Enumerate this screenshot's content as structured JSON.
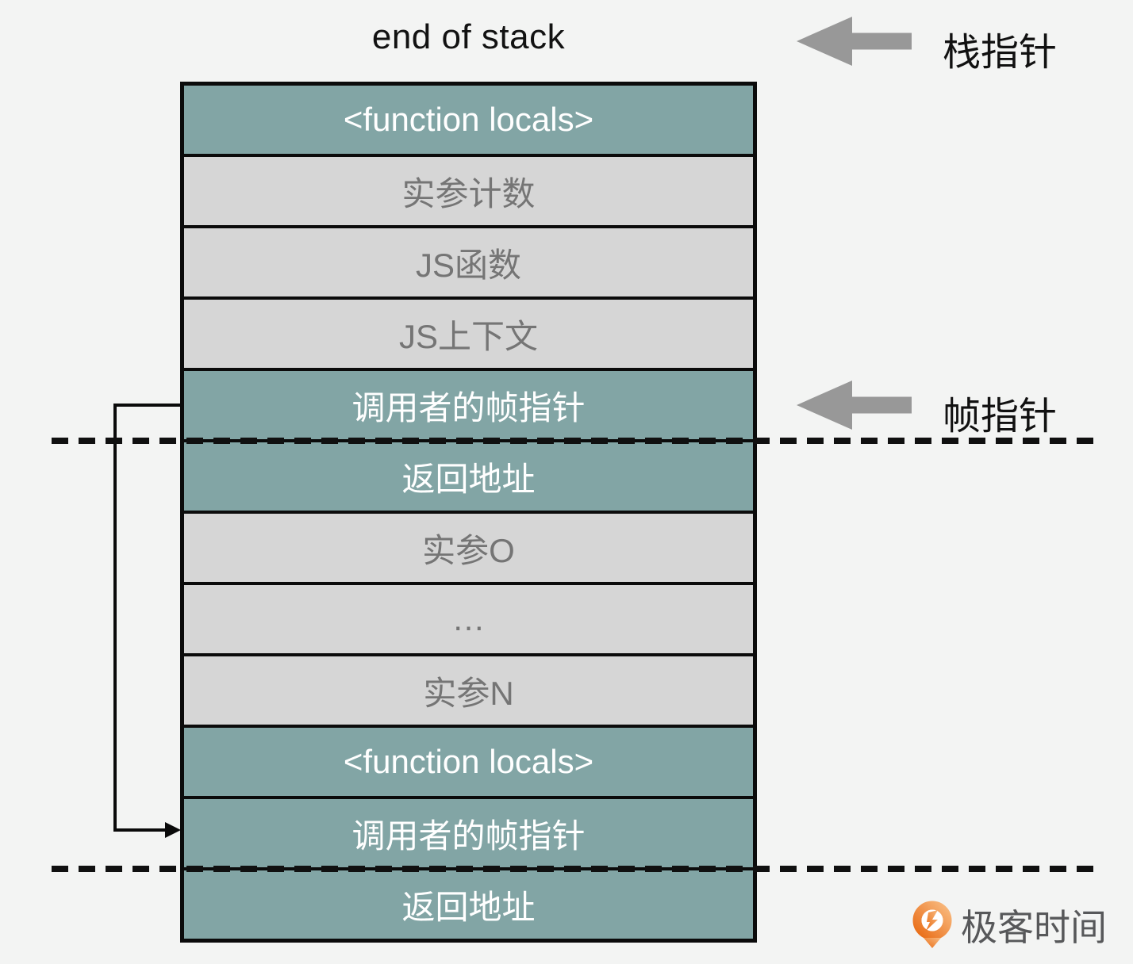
{
  "title": "end of stack",
  "pointers": {
    "stack_pointer_label": "栈指针",
    "frame_pointer_label": "帧指针"
  },
  "stack_rows": [
    {
      "label": "<function locals>",
      "variant": "teal"
    },
    {
      "label": "实参计数",
      "variant": "gray"
    },
    {
      "label": "JS函数",
      "variant": "gray"
    },
    {
      "label": "JS上下文",
      "variant": "gray"
    },
    {
      "label": "调用者的帧指针",
      "variant": "teal"
    },
    {
      "label": "返回地址",
      "variant": "teal"
    },
    {
      "label": "实参O",
      "variant": "gray"
    },
    {
      "label": "…",
      "variant": "gray"
    },
    {
      "label": "实参N",
      "variant": "gray"
    },
    {
      "label": "<function locals>",
      "variant": "teal"
    },
    {
      "label": "调用者的帧指针",
      "variant": "teal"
    },
    {
      "label": "返回地址",
      "variant": "teal"
    }
  ],
  "annotations": {
    "dashed_line_meaning": "frame boundary",
    "loop_arrow_meaning": "caller frame pointer link"
  },
  "watermark": {
    "brand": "极客时间"
  },
  "colors": {
    "background": "#f3f4f3",
    "teal_row": "#82a5a5",
    "gray_row": "#d6d6d6",
    "row_text_gray": "#757575",
    "row_text_white": "#ffffff",
    "border_black": "#0b0b0b",
    "pointer_arrow_gray": "#989898",
    "logo_orange": "#e96c15"
  }
}
